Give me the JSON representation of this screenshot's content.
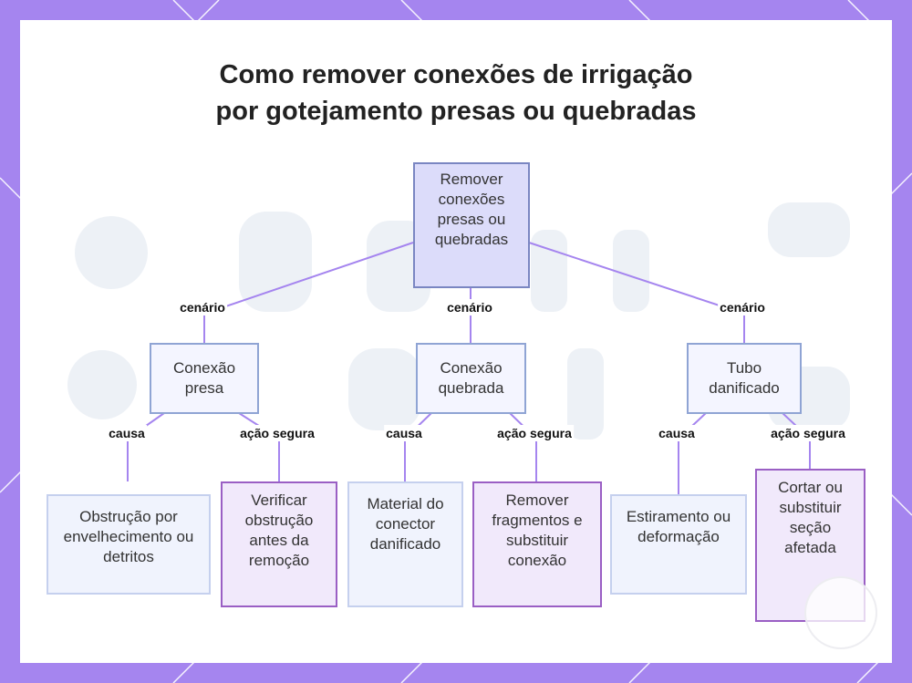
{
  "title": {
    "line1": "Como remover conexões de irrigação",
    "line2": "por gotejamento presas ou quebradas"
  },
  "colors": {
    "background": "#a585ef",
    "connector": "#a585ef",
    "root_fill": "#dcdcfa",
    "action_border": "#9a5fc4"
  },
  "root": {
    "label": "Remover conexões presas ou quebradas"
  },
  "scenario_label": "cenário",
  "cause_label": "causa",
  "action_label": "ação segura",
  "scenarios": [
    {
      "label": "Conexão presa",
      "cause": "Obstrução por envelhecimento ou detritos",
      "action": "Verificar obstrução antes da remoção"
    },
    {
      "label": "Conexão quebrada",
      "cause": "Material do conector danificado",
      "action": "Remover fragmentos e substituir conexão"
    },
    {
      "label": "Tubo danificado",
      "cause": "Estiramento ou deformação",
      "action": "Cortar ou substituir seção afetada"
    }
  ]
}
